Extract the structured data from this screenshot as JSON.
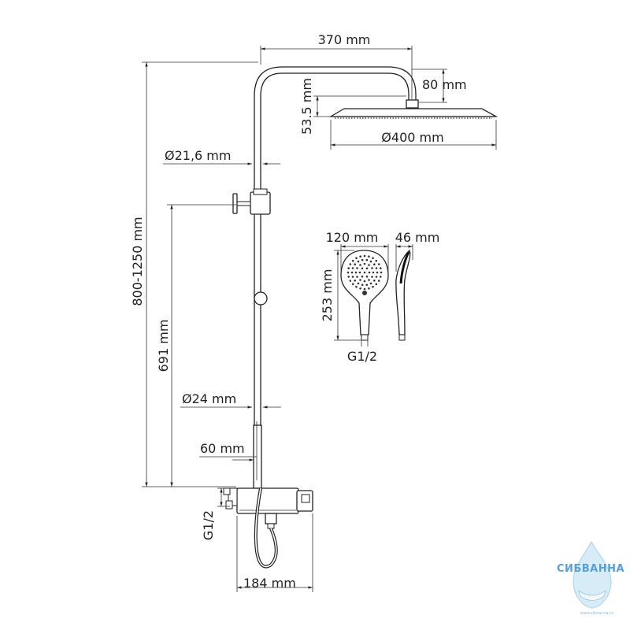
{
  "dimensions": {
    "arm_length": "370 mm",
    "arm_drop": "80 mm",
    "head_thickness": "53.5 mm",
    "head_diameter": "Ø400 mm",
    "upper_pipe_diameter": "Ø21,6 mm",
    "total_height": "800-1250 mm",
    "slider_height": "691 mm",
    "lower_pipe_diameter": "Ø24 mm",
    "pipe_offset": "60 mm",
    "inlet_thread": "G1/2",
    "mixer_width": "184 mm",
    "hand_shower_width": "120 mm",
    "hand_shower_depth": "46 mm",
    "hand_shower_length": "253 mm",
    "hand_shower_thread": "G1/2"
  },
  "logo": {
    "brand": "СИБВАННА",
    "url": "www.sibvanna.ru"
  }
}
